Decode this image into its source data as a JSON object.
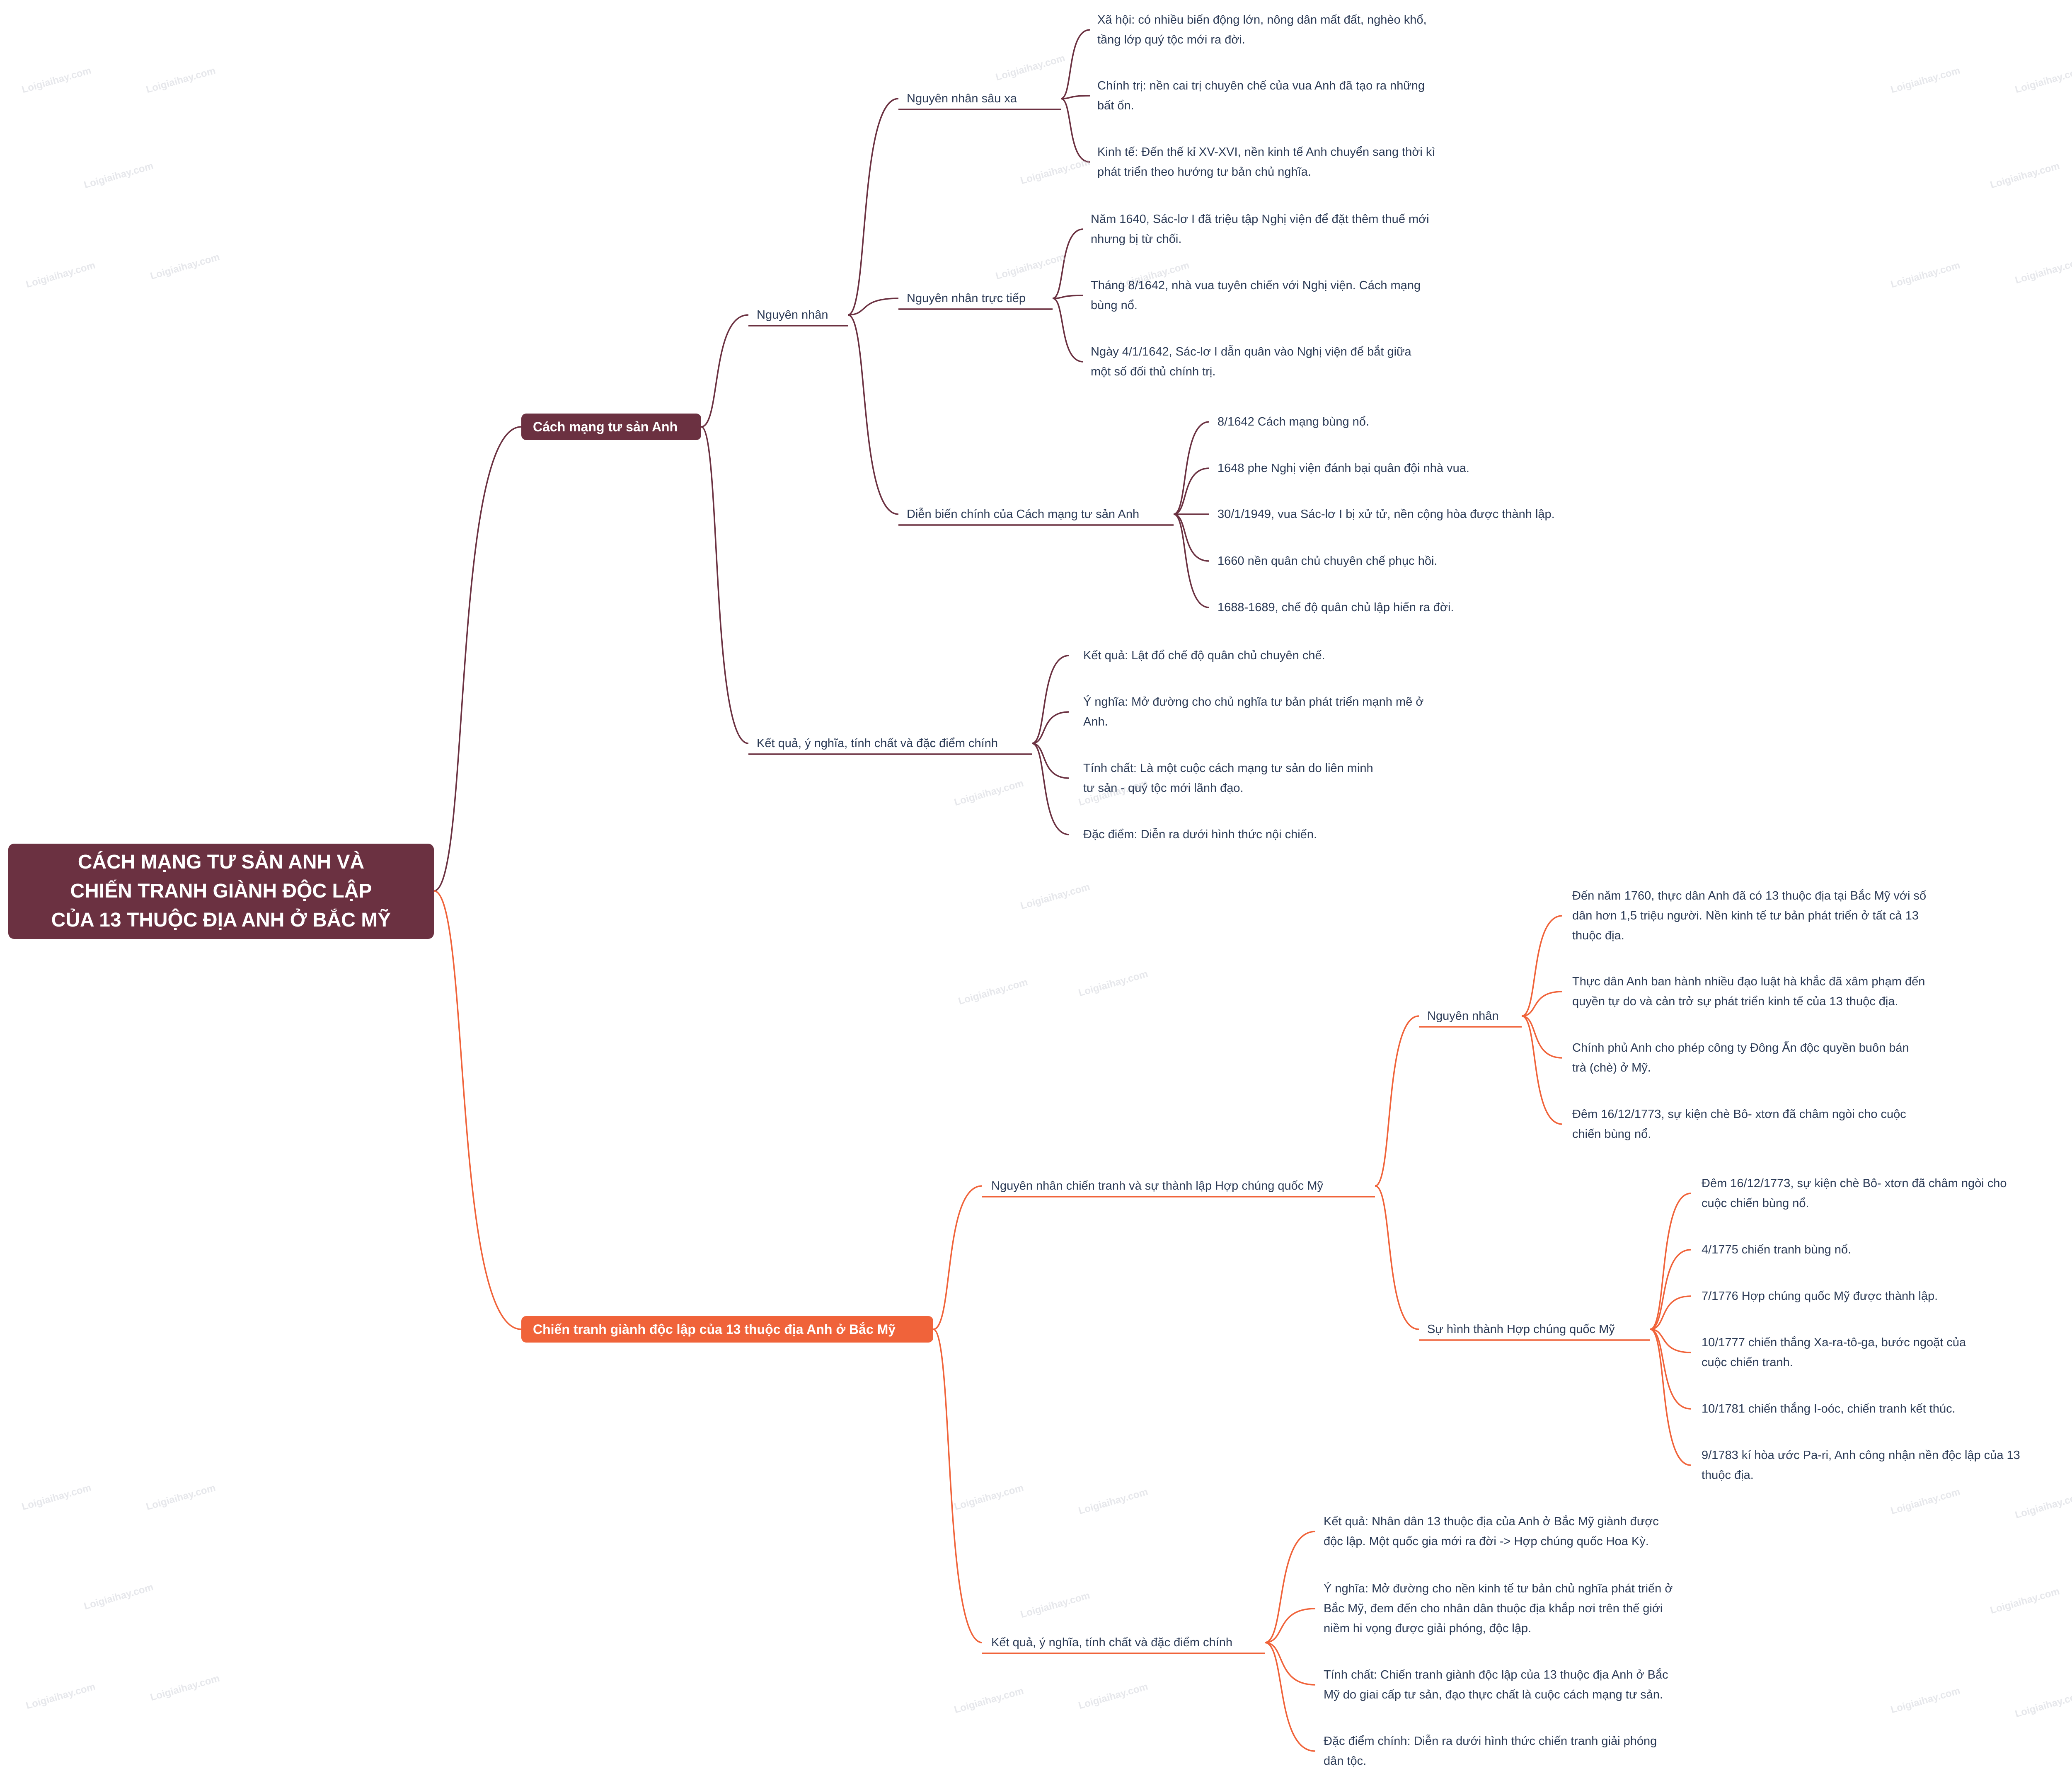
{
  "root": {
    "lines": [
      "CÁCH MẠNG TƯ SẢN ANH VÀ",
      "CHIẾN TRANH GIÀNH ĐỘC LẬP",
      "CỦA 13 THUỘC ĐỊA ANH Ở BẮC MỸ"
    ]
  },
  "colors": {
    "root": "#6b3141",
    "branch1": "#6b3141",
    "branch2": "#f0633a",
    "text": "#2b3a55"
  },
  "branch1": {
    "label": "Cách mạng tư sản Anh",
    "nguyen_nhan": "Nguyên nhân",
    "sau_xa": "Nguyên nhân sâu xa",
    "sau_xa_items": [
      [
        "Xã hội: có nhiều biến động lớn, nông dân mất đất, nghèo khổ,",
        "tầng lớp quý tộc mới ra đời."
      ],
      [
        "Chính trị: nền cai trị chuyên chế của vua Anh đã tạo ra những",
        "bất ổn."
      ],
      [
        "Kinh tế: Đến thế kỉ XV-XVI, nền kinh tế Anh chuyển sang thời kì",
        "phát triển theo hướng tư bản chủ nghĩa."
      ]
    ],
    "truc_tiep": "Nguyên nhân trực tiếp",
    "truc_tiep_items": [
      [
        "Năm 1640, Sác-lơ I đã triệu tập Nghị viện để đặt thêm thuế mới",
        "nhưng bị từ chối."
      ],
      [
        "Tháng 8/1642, nhà vua tuyên chiến với Nghị viện. Cách mạng",
        "bùng nổ."
      ],
      [
        "Ngày 4/1/1642, Sác-lơ I dẫn quân vào Nghị viện để bắt giữa",
        "một số đối thủ chính trị."
      ]
    ],
    "dien_bien": "Diễn biến chính của Cách mạng tư sản Anh",
    "dien_bien_items": [
      "8/1642 Cách mạng bùng nổ.",
      "1648 phe Nghị viện đánh bại quân đội nhà vua.",
      "30/1/1949, vua Sác-lơ I bị xử tử, nền cộng hòa được thành lập.",
      "1660 nền quân chủ chuyên chế phục hồi.",
      "1688-1689, chế độ quân chủ lập hiến ra đời."
    ],
    "ket_qua": "Kết quả, ý nghĩa, tính chất và đặc điểm chính",
    "ket_qua_items": [
      [
        "Kết quả: Lật đổ chế độ quân chủ chuyên chế."
      ],
      [
        "Ý nghĩa: Mở đường cho chủ nghĩa tư bản phát triển mạnh mẽ ở",
        " Anh."
      ],
      [
        "Tính chất: Là một cuộc cách mạng tư sản do liên minh",
        "tư sản - quý tộc mới lãnh đạo."
      ],
      [
        "Đặc điểm: Diễn ra dưới hình thức nội chiến."
      ]
    ]
  },
  "branch2": {
    "label": "Chiến tranh giành độc lập của 13 thuộc địa Anh ở Bắc Mỹ",
    "nguyen_nhan_ht": "Nguyên nhân chiến tranh và sự thành lập Hợp chúng quốc Mỹ",
    "nguyen_nhan": "Nguyên nhân",
    "nguyen_nhan_items": [
      [
        "Đến năm 1760, thực dân Anh đã có 13 thuộc địa tại Bắc Mỹ với số",
        "dân hơn 1,5 triệu người. Nền kinh tế tư bản phát triển ở tất cả 13",
        "thuộc địa."
      ],
      [
        "Thực dân Anh ban hành nhiều đạo luật hà khắc đã xâm phạm đến",
        "quyền tự do và cản trở sự phát triển kinh tế của 13 thuộc địa."
      ],
      [
        "Chính phủ Anh cho phép công ty Đông Ấn độc quyền buôn bán",
        "trà (chè) ở Mỹ."
      ],
      [
        "Đêm 16/12/1773, sự kiện chè Bô- xtơn đã châm ngòi cho cuộc",
        "chiến bùng nổ."
      ]
    ],
    "hinh_thanh": "Sự hình thành Hợp chúng quốc Mỹ",
    "hinh_thanh_items": [
      [
        "Đêm 16/12/1773, sự kiện chè Bô- xtơn đã châm ngòi cho",
        "cuộc chiến bùng nổ."
      ],
      [
        "4/1775 chiến tranh bùng nổ."
      ],
      [
        "7/1776 Hợp chúng quốc Mỹ được thành lập."
      ],
      [
        "10/1777 chiến thắng Xa-ra-tô-ga, bước ngoặt của",
        "cuộc chiến tranh."
      ],
      [
        "10/1781 chiến thắng I-oóc, chiến tranh kết thúc."
      ],
      [
        "9/1783 kí hòa ước Pa-ri, Anh công nhận nền độc lập của 13",
        " thuộc địa."
      ]
    ],
    "ket_qua": "Kết quả, ý nghĩa, tính chất và đặc điểm chính",
    "ket_qua_items": [
      [
        "Kết quả: Nhân dân 13 thuộc địa của Anh ở Bắc Mỹ giành được",
        "độc lập. Một quốc gia mới ra đời -> Hợp chúng quốc Hoa Kỳ."
      ],
      [
        "Ý nghĩa: Mở đường cho nền kinh tế tư bản chủ nghĩa phát triển ở",
        "Bắc Mỹ, đem đến cho nhân dân thuộc địa khắp nơi trên thế giới",
        "niềm hi vọng được giải phóng, độc lập."
      ],
      [
        "Tính chất: Chiến tranh giành độc lập của 13 thuộc địa Anh ở Bắc",
        "Mỹ do giai cấp tư sản, đạo thực chất là cuộc cách mạng tư sản."
      ],
      [
        "Đặc điểm chính: Diễn ra dưới hình thức chiến tranh giải phóng",
        "dân tộc."
      ]
    ]
  },
  "watermark": "Loigiaihay.com"
}
